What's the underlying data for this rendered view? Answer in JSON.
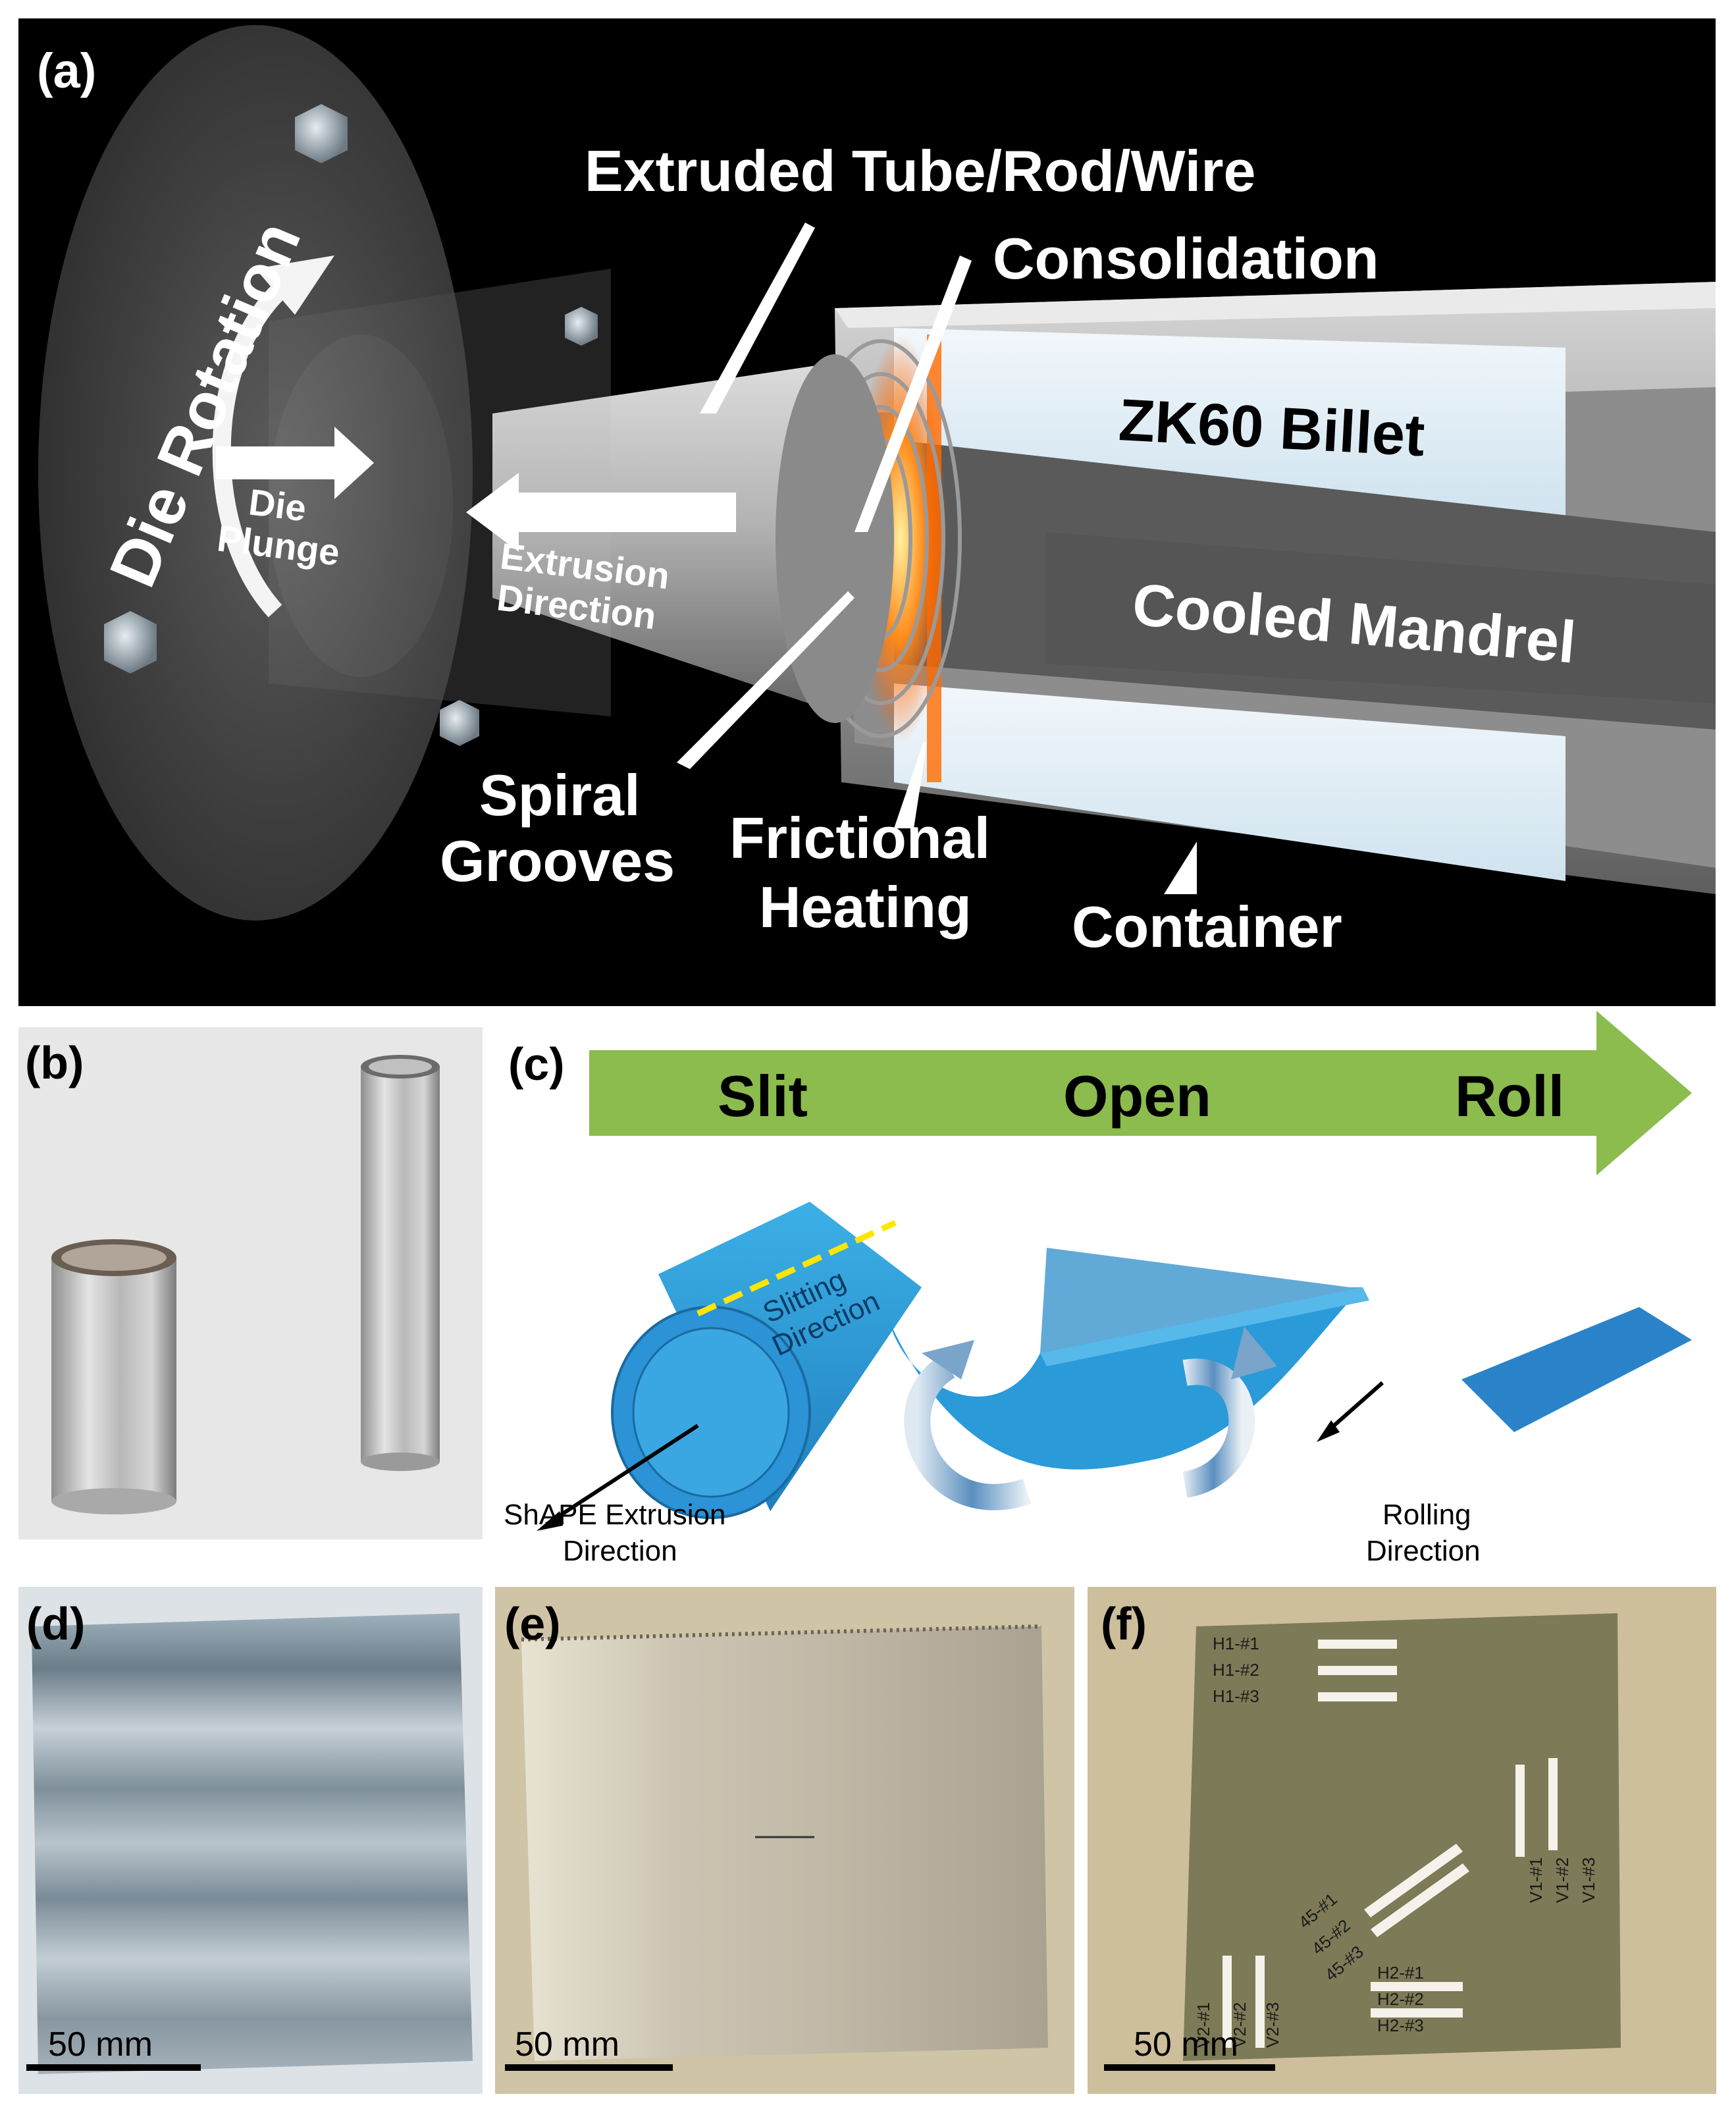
{
  "panel_a": {
    "letter": "(a)",
    "die_rotation": "Die Rotation",
    "die_plunge_1": "Die",
    "die_plunge_2": "Plunge",
    "extrusion_1": "Extrusion",
    "extrusion_2": "Direction",
    "extruded_tube": "Extruded Tube/Rod/Wire",
    "consolidation": "Consolidation",
    "billet": "ZK60 Billet",
    "mandrel": "Cooled Mandrel",
    "spiral_1": "Spiral",
    "spiral_2": "Grooves",
    "frictional_1": "Frictional",
    "frictional_2": "Heating",
    "container": "Container"
  },
  "panel_b": {
    "letter": "(b)"
  },
  "panel_c": {
    "letter": "(c)",
    "steps": [
      "Slit",
      "Open",
      "Roll"
    ],
    "slitting_1": "Slitting",
    "slitting_2": "Direction",
    "shape_1": "ShAPE Extrusion",
    "shape_2": "Direction",
    "rolling_1": "Rolling",
    "rolling_2": "Direction"
  },
  "panel_d": {
    "letter": "(d)",
    "scale": "50 mm"
  },
  "panel_e": {
    "letter": "(e)",
    "scale": "50 mm"
  },
  "panel_f": {
    "letter": "(f)",
    "scale": "50 mm",
    "specimen_labels": [
      "H1-#1",
      "H1-#2",
      "H1-#3",
      "V1-#1",
      "V1-#2",
      "V1-#3",
      "45-#1",
      "45-#2",
      "45-#3",
      "V2-#1",
      "V2-#2",
      "V2-#3",
      "H2-#1",
      "H2-#2",
      "H2-#3"
    ]
  },
  "colors": {
    "green_arrow": "#8cbb4e",
    "blue_sheet": "#2a8ed0",
    "heating": "#ff6a00",
    "background_a": "#000000"
  }
}
